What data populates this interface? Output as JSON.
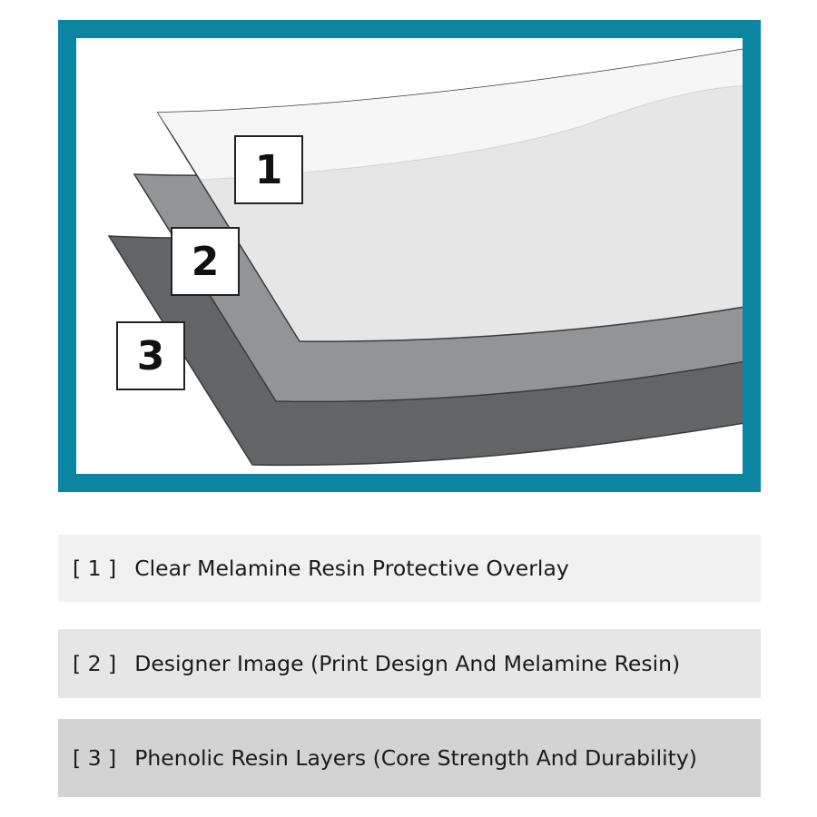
{
  "diagram": {
    "frame_color": "#0a86a3",
    "layers": [
      {
        "number": "1",
        "color": "#e6e6e6",
        "highlight": "#f6f6f6"
      },
      {
        "number": "2",
        "color": "#939496"
      },
      {
        "number": "3",
        "color": "#636466"
      }
    ]
  },
  "legend": [
    {
      "key": "[ 1 ]",
      "text": "Clear Melamine Resin Protective Overlay"
    },
    {
      "key": "[ 2 ]",
      "text": "Designer Image (Print Design And Melamine Resin)"
    },
    {
      "key": "[ 3 ]",
      "text": "Phenolic Resin Layers (Core Strength And Durability)"
    }
  ]
}
